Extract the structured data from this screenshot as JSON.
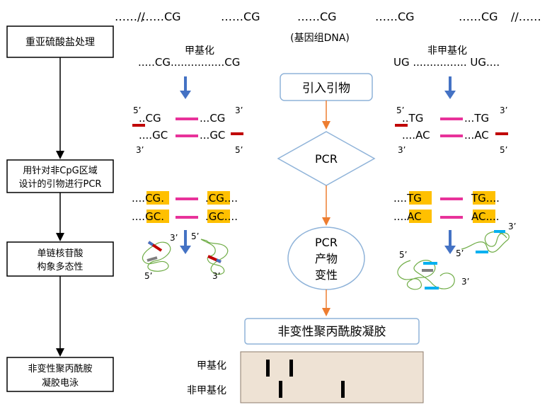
{
  "steps": [
    {
      "line1": "重亚硫酸盐处理",
      "line2": ""
    },
    {
      "line1": "用针对非CpG区域",
      "line2": "设计的引物进行PCR"
    },
    {
      "line1": "单链核苷酸",
      "line2": "构象多态性"
    },
    {
      "line1": "非变性聚丙酰胺",
      "line2": "凝胶电泳"
    }
  ],
  "genome": {
    "left_dots": "……//",
    "sites": [
      "……CG",
      "……CG",
      "……CG",
      "……CG",
      "……CG"
    ],
    "right_dots": "//……",
    "label": "(基因组DNA)"
  },
  "methylated": {
    "title": "甲基化",
    "converted": ".....CG................CG",
    "top": {
      "p5": "5’",
      "left": "CG",
      "right": "CG",
      "p3": "3’"
    },
    "bottom": {
      "p3": "3’",
      "left": "GC",
      "right": "GC",
      "p5": "5’"
    },
    "amplified_top": [
      "CG",
      "CG"
    ],
    "amplified_bottom": [
      "GC",
      "GC"
    ],
    "sscp": {
      "a3": "3’",
      "a5": "5’",
      "b5": "5’",
      "b3": "3’"
    }
  },
  "unmethylated": {
    "title": "非甲基化",
    "converted": "UG ................ UG....",
    "top": {
      "p5": "5’",
      "left": "TG",
      "right": "TG",
      "p3": "3’"
    },
    "bottom": {
      "p3": "3’",
      "left": "AC",
      "right": "AC",
      "p5": "5’"
    },
    "amplified_top": [
      "TG",
      "TG"
    ],
    "amplified_bottom": [
      "AC",
      "AC"
    ],
    "sscp": {
      "a3": "3’",
      "a5": "5’",
      "b5": "5’",
      "b3": "3’"
    }
  },
  "center": {
    "primer_box": "引入引物",
    "pcr_diamond": "PCR",
    "denature": [
      "PCR",
      "产物",
      "变性"
    ],
    "gel_box": "非变性聚丙酰胺凝胶"
  },
  "gel": {
    "row_labels": [
      "甲基化",
      "非甲基化"
    ]
  },
  "colors": {
    "primer_pink": "#e8329a",
    "primer_red": "#c00000",
    "highlight": "#ffc000",
    "arrow_blue": "#4472c4",
    "arrow_orange": "#ed7d31",
    "box_border": "#8fb3d9",
    "gel_fill": "#eee2d4",
    "strand_green": "#70ad47",
    "loop_blue": "#00b0f0"
  }
}
